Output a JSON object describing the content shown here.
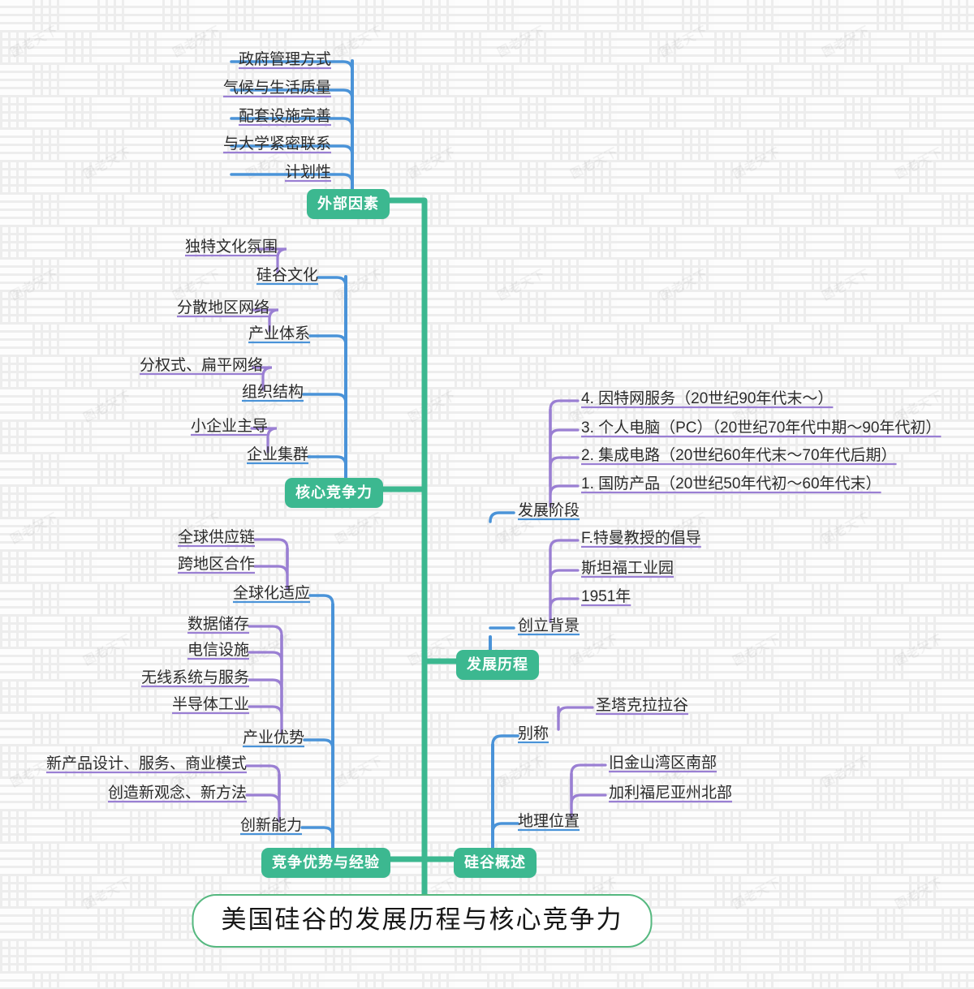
{
  "document": {
    "type": "mindmap",
    "root": {
      "label": "美国硅谷的发展历程与核心竞争力"
    }
  },
  "colors": {
    "root_border": "#55b87f",
    "branch_node": "#3cb890",
    "trunk": "#3cb890",
    "level2_edge": "#4a93d8",
    "level3_edge": "#9a7fd3",
    "text": "#2b2b2b",
    "background": "#fcfcfc"
  },
  "branches": [
    {
      "id": "external-factors",
      "label": "外部因素",
      "children": [
        {
          "label": "政府管理方式"
        },
        {
          "label": "气候与生活质量"
        },
        {
          "label": "配套设施完善"
        },
        {
          "label": "与大学紧密联系"
        },
        {
          "label": "计划性"
        }
      ]
    },
    {
      "id": "core-competitiveness",
      "label": "核心竞争力",
      "children": [
        {
          "label": "硅谷文化",
          "children": [
            {
              "label": "独特文化氛围"
            }
          ]
        },
        {
          "label": "产业体系",
          "children": [
            {
              "label": "分散地区网络"
            }
          ]
        },
        {
          "label": "组织结构",
          "children": [
            {
              "label": "分权式、扁平网络"
            }
          ]
        },
        {
          "label": "企业集群",
          "children": [
            {
              "label": "小企业主导"
            }
          ]
        }
      ]
    },
    {
      "id": "development-history",
      "label": "发展历程",
      "children": [
        {
          "label": "发展阶段",
          "children": [
            {
              "label": "4. 因特网服务（20世纪90年代末～）"
            },
            {
              "label": "3. 个人电脑（PC）（20世纪70年代中期～90年代初）"
            },
            {
              "label": "2. 集成电路（20世纪60年代末～70年代后期）"
            },
            {
              "label": "1. 国防产品（20世纪50年代初～60年代末）"
            }
          ]
        },
        {
          "label": "创立背景",
          "children": [
            {
              "label": "F.特曼教授的倡导"
            },
            {
              "label": "斯坦福工业园"
            },
            {
              "label": "1951年"
            }
          ]
        }
      ]
    },
    {
      "id": "competitive-advantage",
      "label": "竞争优势与经验",
      "children": [
        {
          "label": "全球化适应",
          "children": [
            {
              "label": "全球供应链"
            },
            {
              "label": "跨地区合作"
            }
          ]
        },
        {
          "label": "产业优势",
          "children": [
            {
              "label": "数据储存"
            },
            {
              "label": "电信设施"
            },
            {
              "label": "无线系统与服务"
            },
            {
              "label": "半导体工业"
            }
          ]
        },
        {
          "label": "创新能力",
          "children": [
            {
              "label": "新产品设计、服务、商业模式"
            },
            {
              "label": "创造新观念、新方法"
            }
          ]
        }
      ]
    },
    {
      "id": "silicon-valley-overview",
      "label": "硅谷概述",
      "children": [
        {
          "label": "别称",
          "children": [
            {
              "label": "圣塔克拉拉谷"
            }
          ]
        },
        {
          "label": "地理位置",
          "children": [
            {
              "label": "旧金山湾区南部"
            },
            {
              "label": "加利福尼亚州北部"
            }
          ]
        }
      ]
    }
  ],
  "watermark": {
    "text": "图老天下"
  }
}
